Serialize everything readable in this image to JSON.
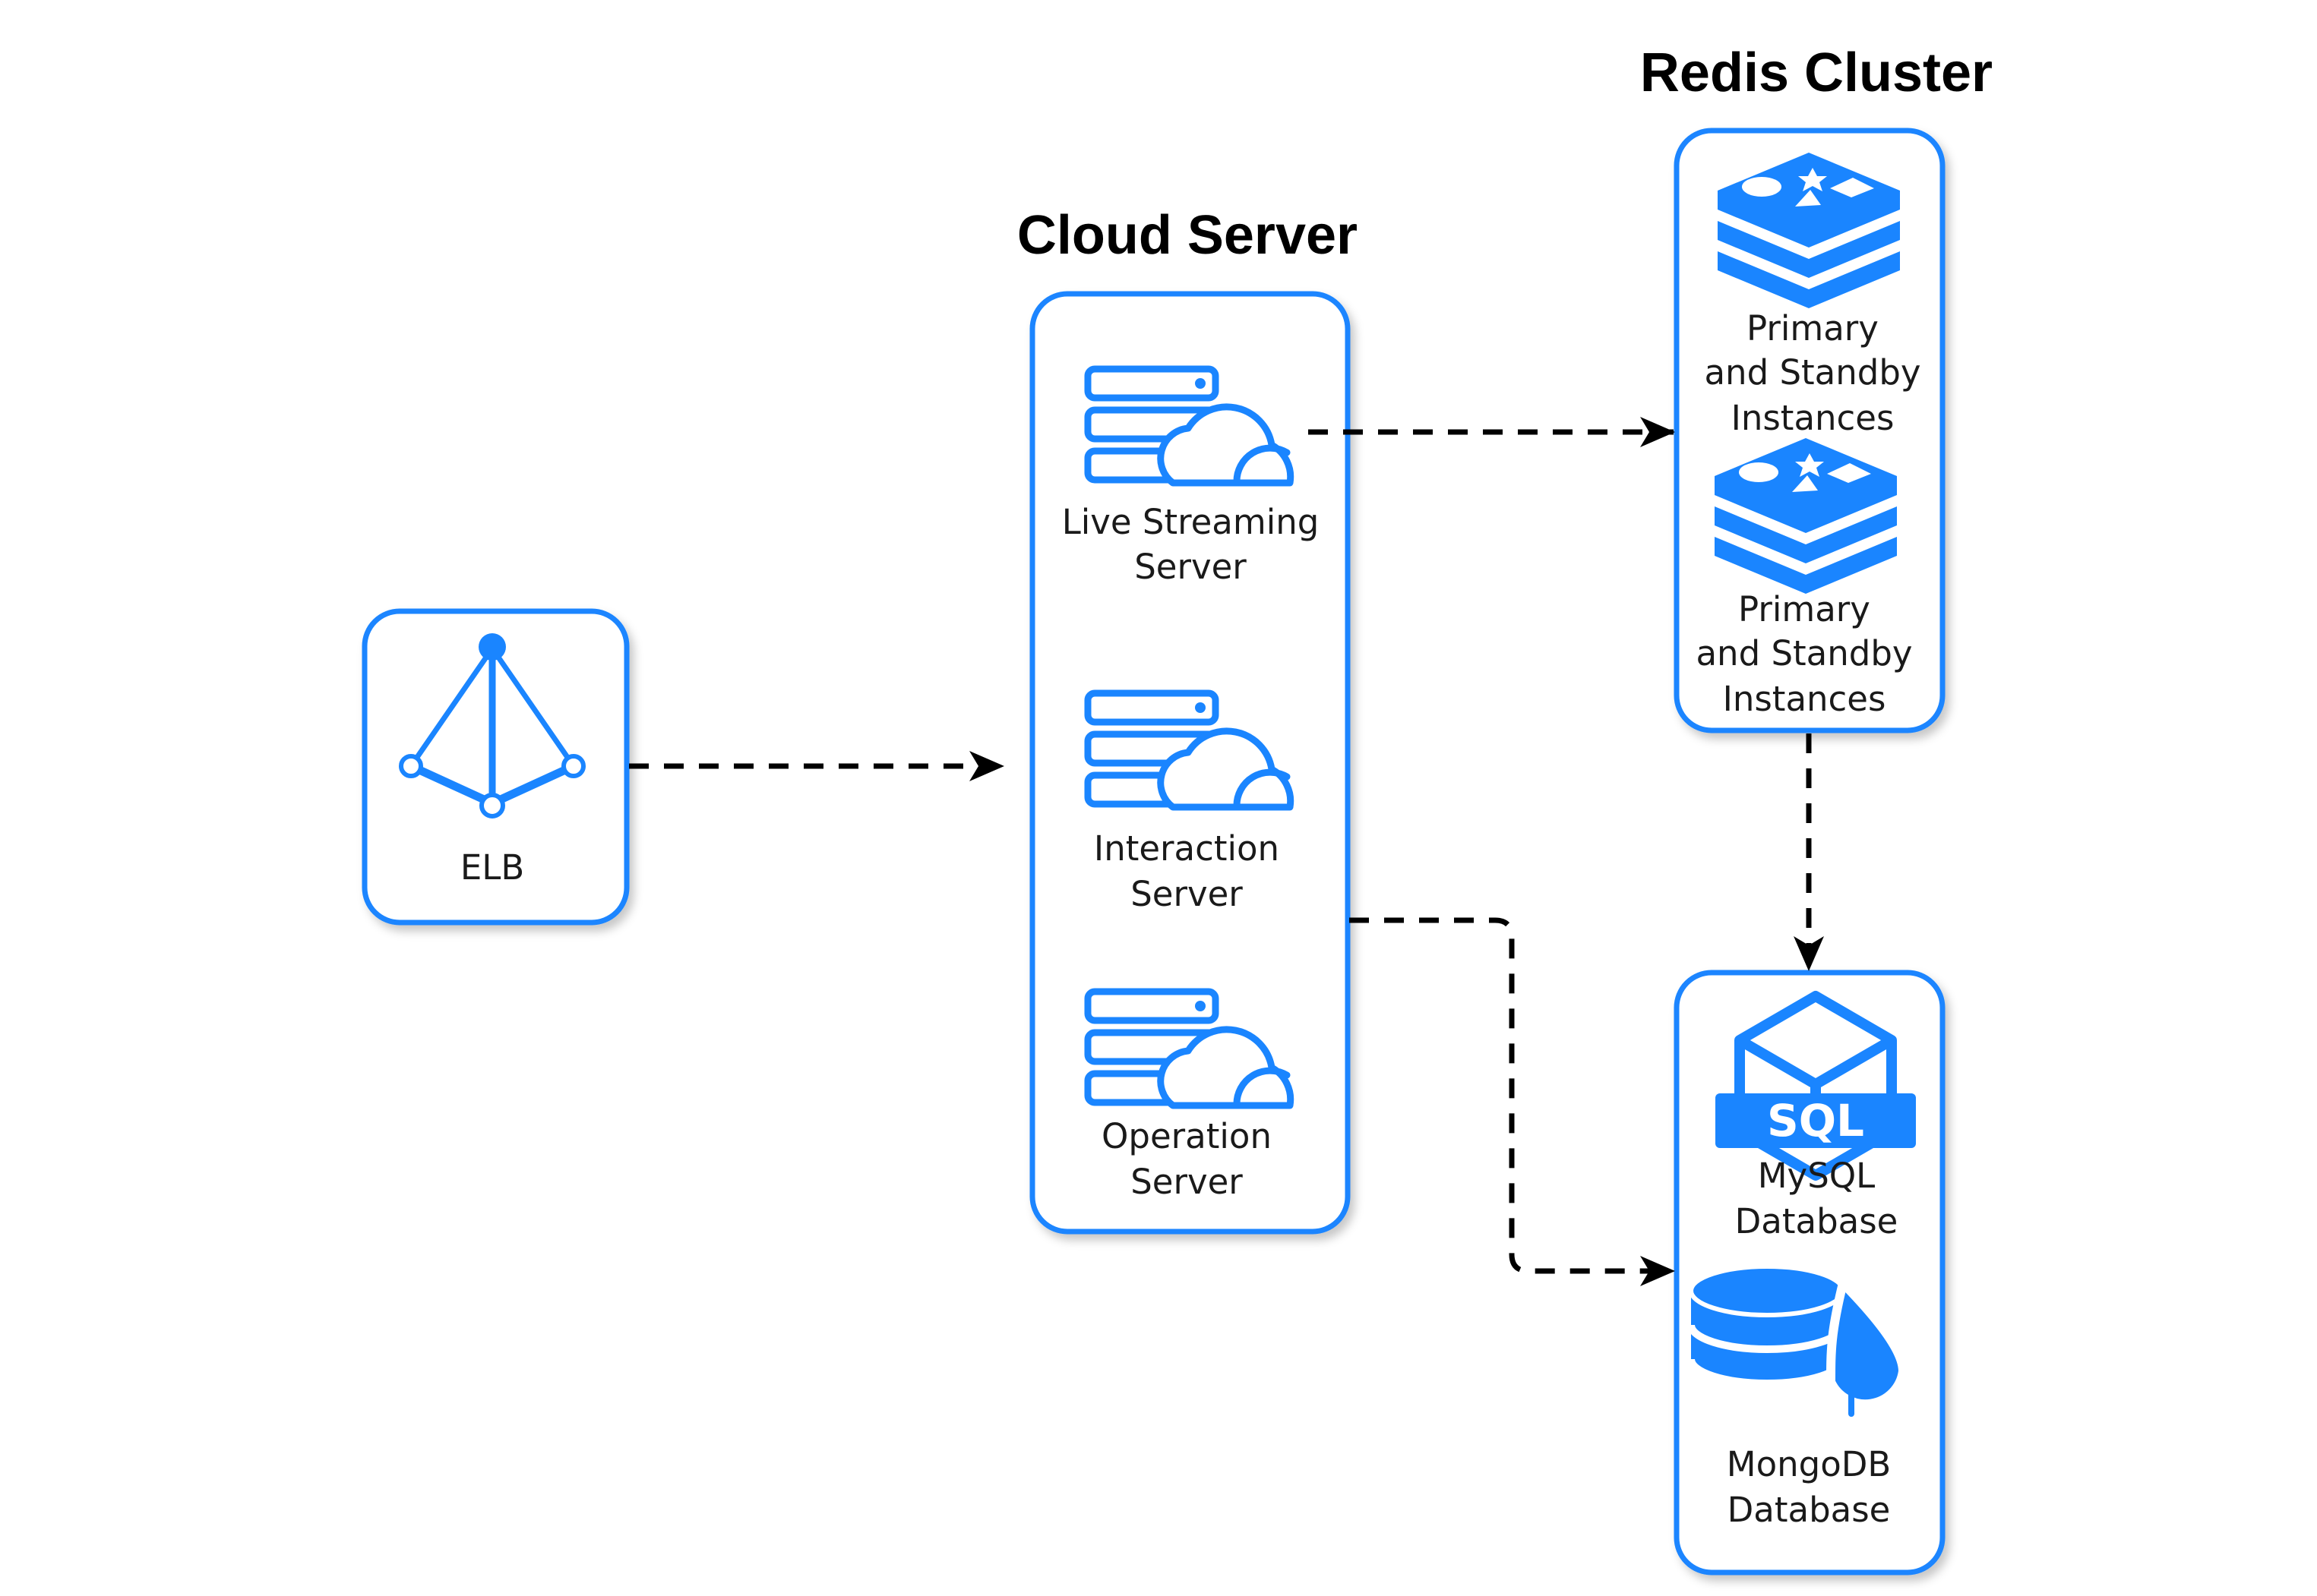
{
  "titles": {
    "cloud_server": "Cloud Server",
    "redis_cluster": "Redis Cluster"
  },
  "nodes": {
    "elb": {
      "label": "ELB",
      "icon": "load-balancer-icon"
    },
    "live_streaming": {
      "line1": "Live Streaming",
      "line2": "Server",
      "icon": "cloud-server-icon"
    },
    "interaction": {
      "line1": "Interaction",
      "line2": "Server",
      "icon": "cloud-server-icon"
    },
    "operation": {
      "line1": "Operation",
      "line2": "Server",
      "icon": "cloud-server-icon"
    },
    "redis_1": {
      "line1": "Primary",
      "line2": "and Standby",
      "line3": "Instances",
      "icon": "redis-icon"
    },
    "redis_2": {
      "line1": "Primary",
      "line2": "and Standby",
      "line3": "Instances",
      "icon": "redis-icon"
    },
    "mysql": {
      "line1": "MySQL",
      "line2": "Database",
      "icon": "mysql-icon",
      "badge": "SQL"
    },
    "mongodb": {
      "line1": "MongoDB",
      "line2": "Database",
      "icon": "mongodb-icon"
    }
  },
  "edges": [
    {
      "from": "ELB",
      "to": "Cloud Server",
      "style": "dashed"
    },
    {
      "from": "Live Streaming Server",
      "to": "Redis Cluster",
      "style": "dashed"
    },
    {
      "from": "Redis Cluster",
      "to": "MySQL Database",
      "style": "dashed"
    },
    {
      "from": "Cloud Server",
      "to": "MySQL Database",
      "style": "dashed"
    }
  ],
  "colors": {
    "accent": "#1a85ff",
    "edge": "#000000",
    "text": "#1a1a1a"
  }
}
